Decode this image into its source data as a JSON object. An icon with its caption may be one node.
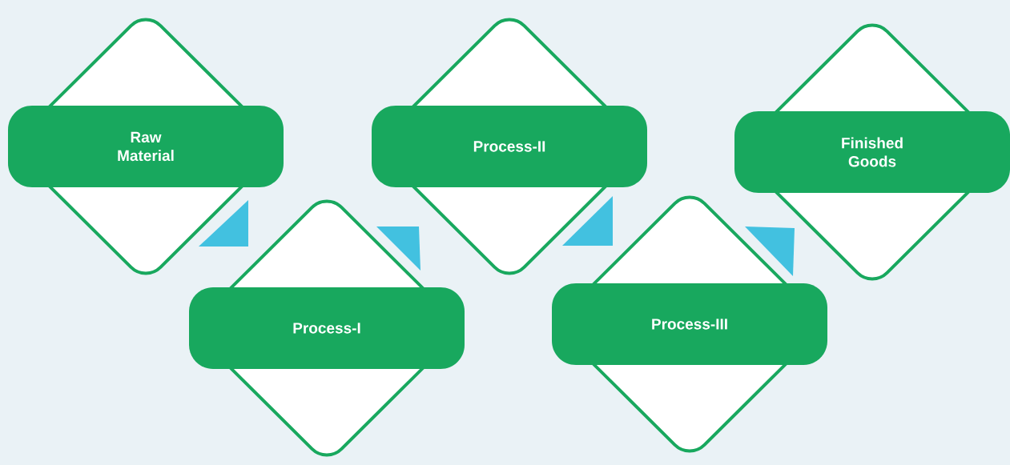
{
  "diagram": {
    "nodes": [
      {
        "text": [
          "Raw Material"
        ]
      },
      {
        "text": [
          "Process-I"
        ]
      },
      {
        "text": [
          "Process-II"
        ]
      },
      {
        "text": [
          "Process-III"
        ]
      },
      {
        "text": [
          "Finished Goods"
        ]
      }
    ]
  }
}
